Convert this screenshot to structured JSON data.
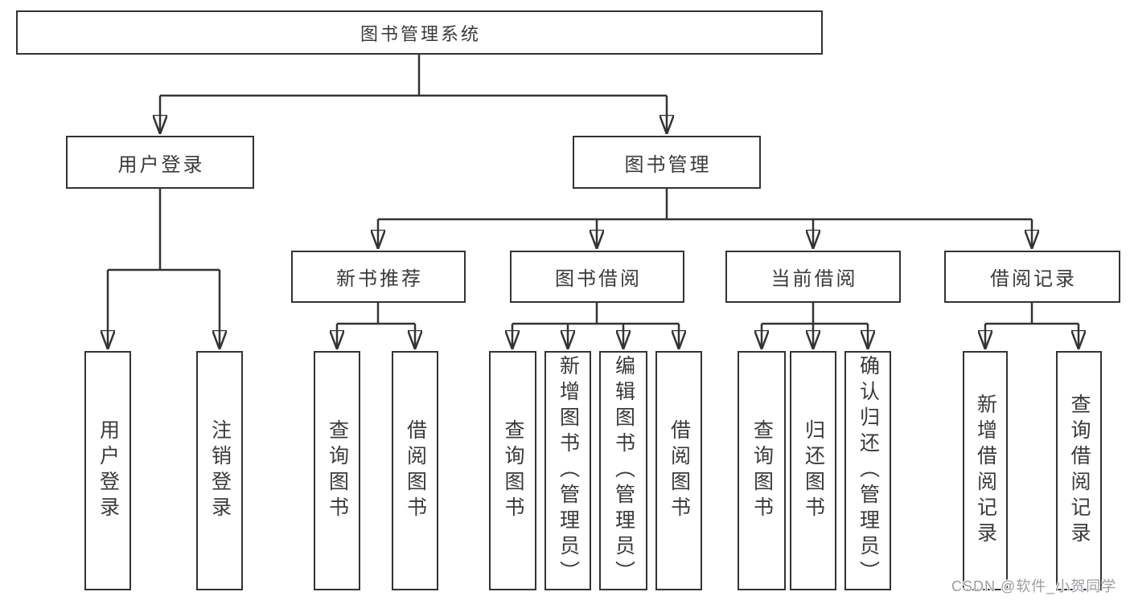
{
  "tree": {
    "root": "图书管理系统",
    "level2": [
      {
        "label": "用户登录",
        "leaves": [
          "用户登录",
          "注销登录"
        ]
      },
      {
        "label": "图书管理",
        "groups": [
          {
            "label": "新书推荐",
            "leaves": [
              "查询图书",
              "借阅图书"
            ]
          },
          {
            "label": "图书借阅",
            "leaves": [
              "查询图书",
              "新增图书（管理员）",
              "编辑图书（管理员）",
              "借阅图书"
            ]
          },
          {
            "label": "当前借阅",
            "leaves": [
              "查询图书",
              "归还图书",
              "确认归还（管理员）"
            ]
          },
          {
            "label": "借阅记录",
            "leaves": [
              "新增借阅记录",
              "查询借阅记录"
            ]
          }
        ]
      }
    ]
  },
  "watermark": {
    "text": "CSDN @软件_小贺同学"
  },
  "colors": {
    "line": "#333333",
    "text": "#3a3a3a",
    "watermark": "#9a9da1",
    "background": "#ffffff"
  }
}
